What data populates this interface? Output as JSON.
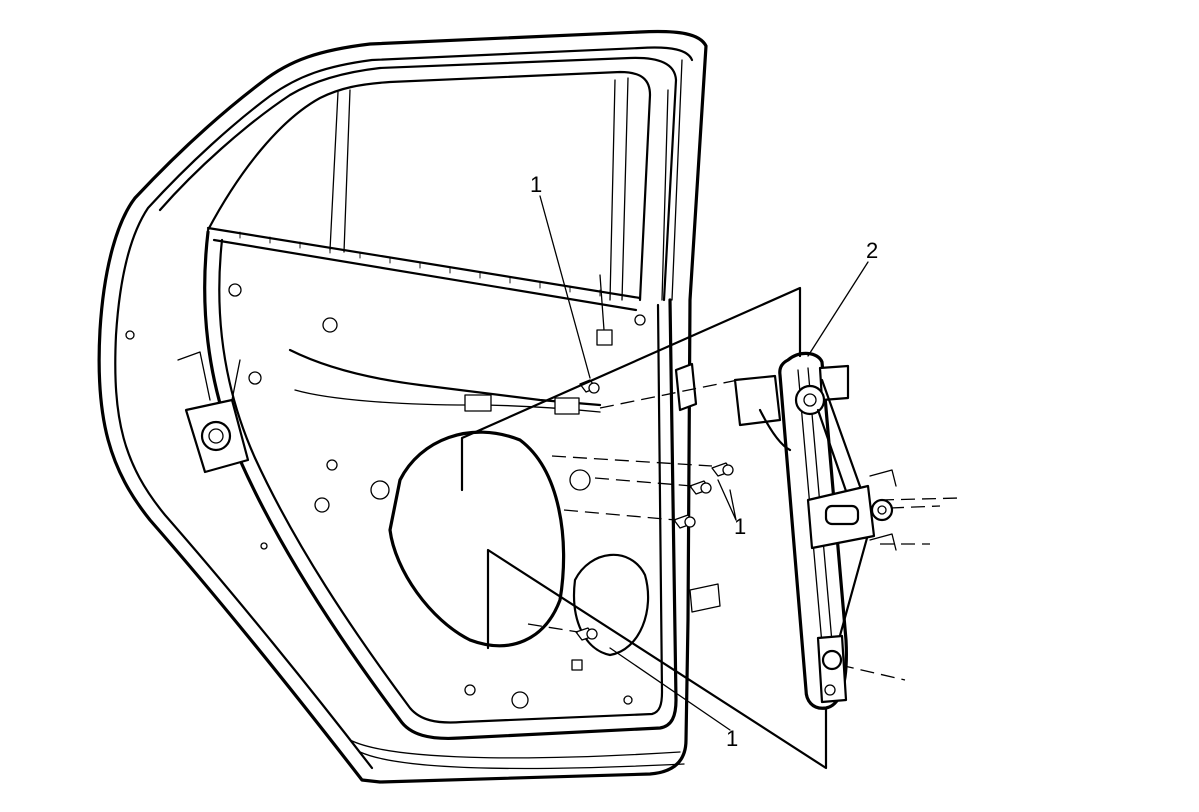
{
  "callouts": [
    {
      "id": "callout-1-top",
      "text": "1"
    },
    {
      "id": "callout-2",
      "text": "2"
    },
    {
      "id": "callout-1-right",
      "text": "1"
    },
    {
      "id": "callout-1-bottom",
      "text": "1"
    }
  ],
  "colors": {
    "line": "#000000",
    "background": "#ffffff"
  },
  "parts": [
    {
      "name": "door-shell",
      "icon": "door-outline"
    },
    {
      "name": "window-regulator",
      "icon": "regulator-rail"
    },
    {
      "name": "regulator-bolts",
      "icon": "bolt"
    }
  ]
}
